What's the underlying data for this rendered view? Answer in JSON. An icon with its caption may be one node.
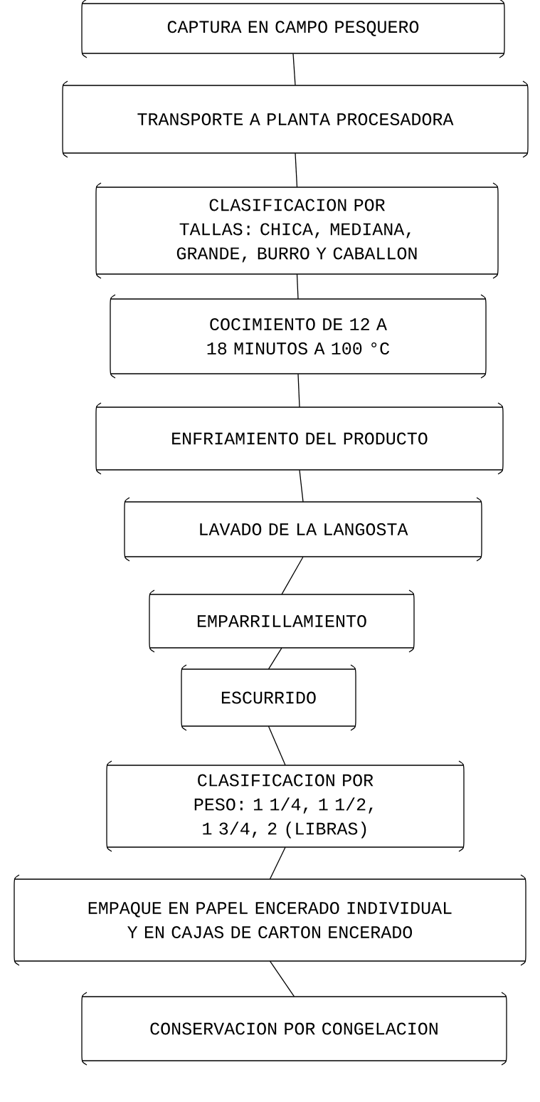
{
  "diagram": {
    "nodes": [
      {
        "text": [
          "CAPTURA EN CAMPO PESQUERO"
        ]
      },
      {
        "text": [
          "TRANSPORTE A PLANTA PROCESADORA"
        ]
      },
      {
        "text": [
          "CLASIFICACION POR TALLAS: CHICA, MEDIANA, GRANDE, BURRO Y CABALLON"
        ]
      },
      {
        "text": [
          "COCIMIENTO DE 12 A 18 MINUTOS A 100 °C"
        ]
      },
      {
        "text": [
          "ENFRIAMIENTO DEL PRODUCTO"
        ]
      },
      {
        "text": [
          "LAVADO DE LA LANGOSTA"
        ]
      },
      {
        "text": [
          "EMPARRILLAMIENTO"
        ]
      },
      {
        "text": [
          "ESCURRIDO"
        ]
      },
      {
        "text": [
          "CLASIFICACION POR PESO: 1 1/4, 1 1/2, 1 3/4, 2 (LIBRAS)"
        ]
      },
      {
        "text": [
          "EMPAQUE EN PAPEL ENCERADO INDIVIDUAL Y EN CAJAS DE CARTON ENCERADO"
        ]
      },
      {
        "text": [
          "CONSERVACION POR CONGELACION"
        ]
      }
    ],
    "edges": [
      {
        "from": 0,
        "to": 1,
        "arrow": "none"
      },
      {
        "from": 1,
        "to": 2,
        "arrow": "none"
      },
      {
        "from": 2,
        "to": 3,
        "arrow": "none"
      },
      {
        "from": 3,
        "to": 4,
        "arrow": "none"
      },
      {
        "from": 4,
        "to": 5,
        "arrow": "none"
      },
      {
        "from": 5,
        "to": 6,
        "arrow": "none"
      },
      {
        "from": 6,
        "to": 7,
        "arrow": "none"
      },
      {
        "from": 7,
        "to": 8,
        "arrow": "none"
      },
      {
        "from": 8,
        "to": 9,
        "arrow": "none"
      },
      {
        "from": 9,
        "to": 10,
        "arrow": "none"
      }
    ]
  }
}
